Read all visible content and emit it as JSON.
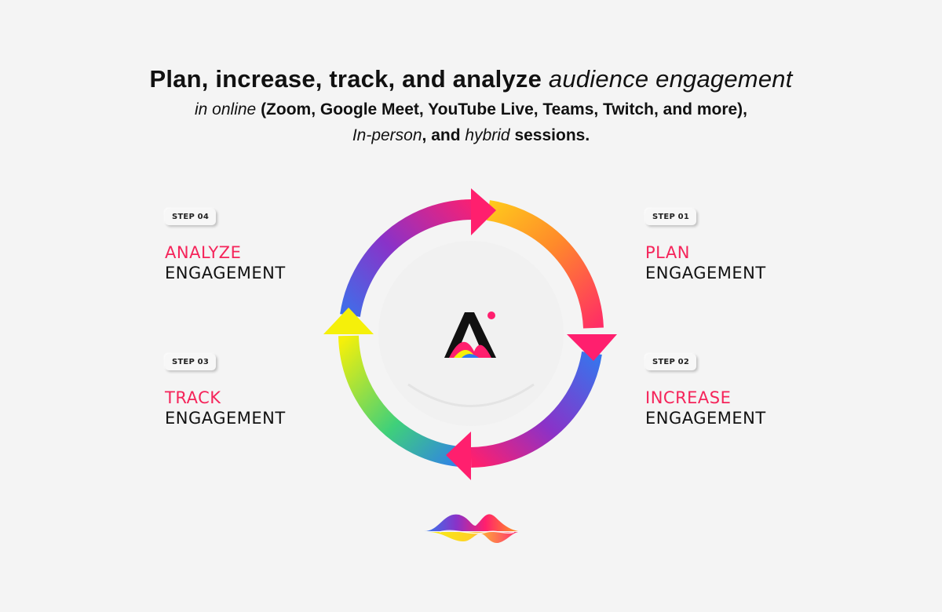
{
  "headline": {
    "line1_bold": "Plan, increase, track, and analyze",
    "line1_italic": "audience engagement",
    "line2_italic": "in online",
    "line2_bold": "(Zoom, Google Meet, YouTube Live, Teams, Twitch, and more),",
    "line3_italic_a": "In-person",
    "line3_bold_a": ", and",
    "line3_italic_b": "hybrid",
    "line3_bold_b": "sessions."
  },
  "steps": [
    {
      "badge": "STEP 01",
      "title": "PLAN",
      "subtitle": "ENGAGEMENT"
    },
    {
      "badge": "STEP 02",
      "title": "INCREASE",
      "subtitle": "ENGAGEMENT"
    },
    {
      "badge": "STEP 03",
      "title": "TRACK",
      "subtitle": "ENGAGEMENT"
    },
    {
      "badge": "STEP 04",
      "title": "ANALYZE",
      "subtitle": "ENGAGEMENT"
    }
  ],
  "colors": {
    "accent": "#f5245a",
    "yellow": "#f5f00a",
    "blue": "#2f7bf0",
    "purple": "#8a32c8",
    "pink": "#ff1f6e",
    "orange": "#ff9a1f"
  },
  "icons": [
    "logo-a-icon",
    "wave-logo-icon"
  ]
}
